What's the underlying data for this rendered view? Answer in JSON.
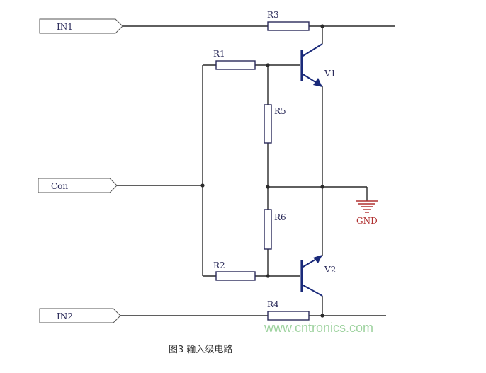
{
  "diagram": {
    "ports": {
      "in1": "IN1",
      "con": "Con",
      "in2": "IN2"
    },
    "resistors": {
      "r1": "R1",
      "r2": "R2",
      "r3": "R3",
      "r4": "R4",
      "r5": "R5",
      "r6": "R6"
    },
    "transistors": {
      "v1": "V1",
      "v2": "V2"
    },
    "ground": "GND",
    "watermark": "www.cntronics.com",
    "caption": "图3 输入级电路"
  },
  "colors": {
    "wire": "#2a2a2a",
    "transistor": "#1a2a7a",
    "ground": "#b03030",
    "watermark": "#9fd3a0"
  }
}
